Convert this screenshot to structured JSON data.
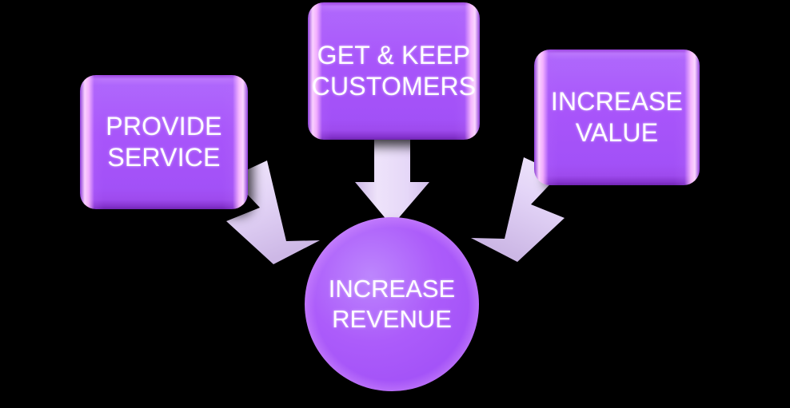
{
  "diagram": {
    "title": "Increase Revenue Driver Diagram",
    "background_color": "#000000",
    "node_fill_color": "#a855fa",
    "node_highlight_color": "#ffd7ff",
    "node_text_color": "#ffffff",
    "arrow_color": "#e3d4f7",
    "arrow_shade_color": "#cfbbe8"
  },
  "nodes": {
    "provide_service": {
      "label": "PROVIDE\nSERVICE",
      "shape": "rounded-rectangle"
    },
    "get_keep_customers": {
      "label": "GET & KEEP\nCUSTOMERS",
      "shape": "rounded-rectangle"
    },
    "increase_value": {
      "label": "INCREASE\nVALUE",
      "shape": "rounded-rectangle"
    },
    "increase_revenue": {
      "label": "INCREASE\nREVENUE",
      "shape": "circle"
    }
  },
  "connectors": [
    {
      "name": "provide-service-to-increase-revenue",
      "from": "provide_service",
      "to": "increase_revenue",
      "direction": "down-right"
    },
    {
      "name": "get-keep-customers-to-increase-revenue",
      "from": "get_keep_customers",
      "to": "increase_revenue",
      "direction": "down"
    },
    {
      "name": "increase-value-to-increase-revenue",
      "from": "increase_value",
      "to": "increase_revenue",
      "direction": "down-left"
    }
  ]
}
